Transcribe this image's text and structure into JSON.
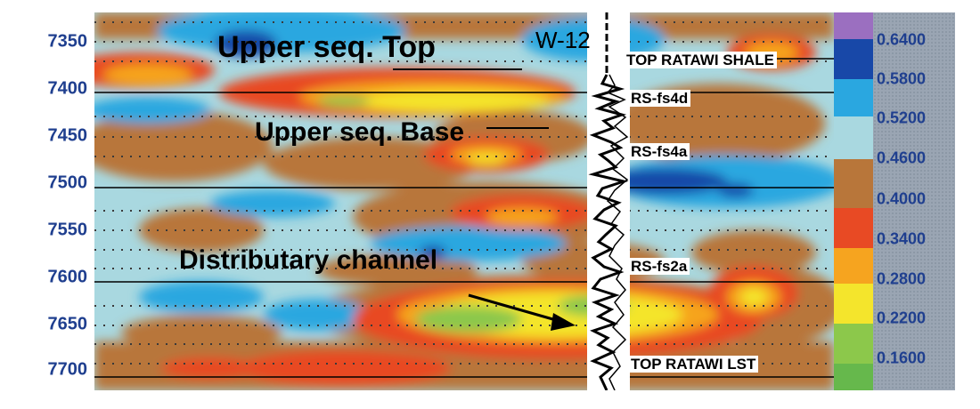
{
  "depth_axis": {
    "ticks": [
      "7350",
      "7400",
      "7450",
      "7500",
      "7550",
      "7600",
      "7650",
      "7700"
    ]
  },
  "well": {
    "name": "W-12"
  },
  "annotations": {
    "upper_top": "Upper seq. Top",
    "upper_base": "Upper seq. Base",
    "channel": "Distributary channel"
  },
  "horizons": [
    {
      "label": "TOP RATAWI SHALE"
    },
    {
      "label": "RS-fs4d"
    },
    {
      "label": "RS-fs4a"
    },
    {
      "label": "RS-fs2a"
    },
    {
      "label": "TOP RATAWI LST"
    }
  ],
  "colorbar": {
    "values": [
      "0.6400",
      "0.5800",
      "0.5200",
      "0.4600",
      "0.4000",
      "0.3400",
      "0.2800",
      "0.2200",
      "0.1600"
    ],
    "colors": [
      "#9b6fc0",
      "#1848a8",
      "#2aa7e0",
      "#a9d8e0",
      "#b8763a",
      "#e84a24",
      "#f6a41f",
      "#f4e52c",
      "#8cc84b",
      "#66b84c"
    ]
  }
}
